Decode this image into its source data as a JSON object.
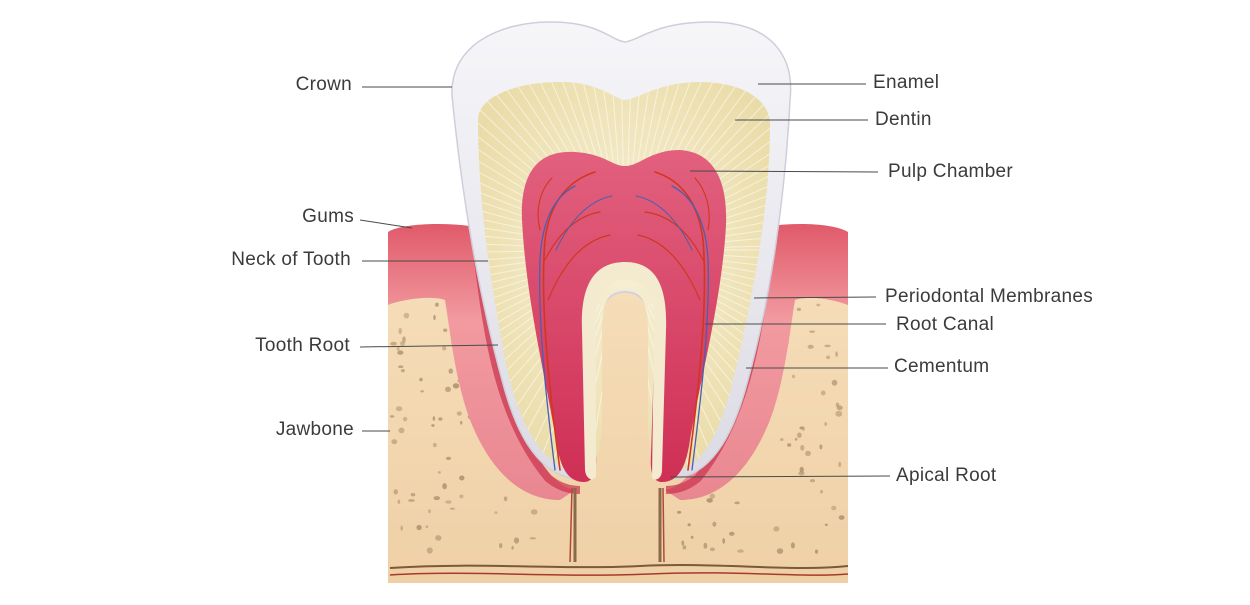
{
  "diagram": {
    "labels_left": {
      "crown": "Crown",
      "gums": "Gums",
      "neck": "Neck of Tooth",
      "root": "Tooth Root",
      "jawbone": "Jawbone"
    },
    "labels_right": {
      "enamel": "Enamel",
      "dentin": "Dentin",
      "pulp": "Pulp Chamber",
      "periodontal": "Periodontal Membranes",
      "canal": "Root Canal",
      "cementum": "Cementum",
      "apical": "Apical Root"
    },
    "colors": {
      "enamel": "#ecebf0",
      "dentin": "#f1e6c0",
      "pulp": "#d63d62",
      "gum": "#e9707d",
      "bone": "#f3d7b1",
      "pores": "#b39572",
      "nerve_red": "#d2361f",
      "nerve_blue": "#4a5fb0"
    }
  }
}
